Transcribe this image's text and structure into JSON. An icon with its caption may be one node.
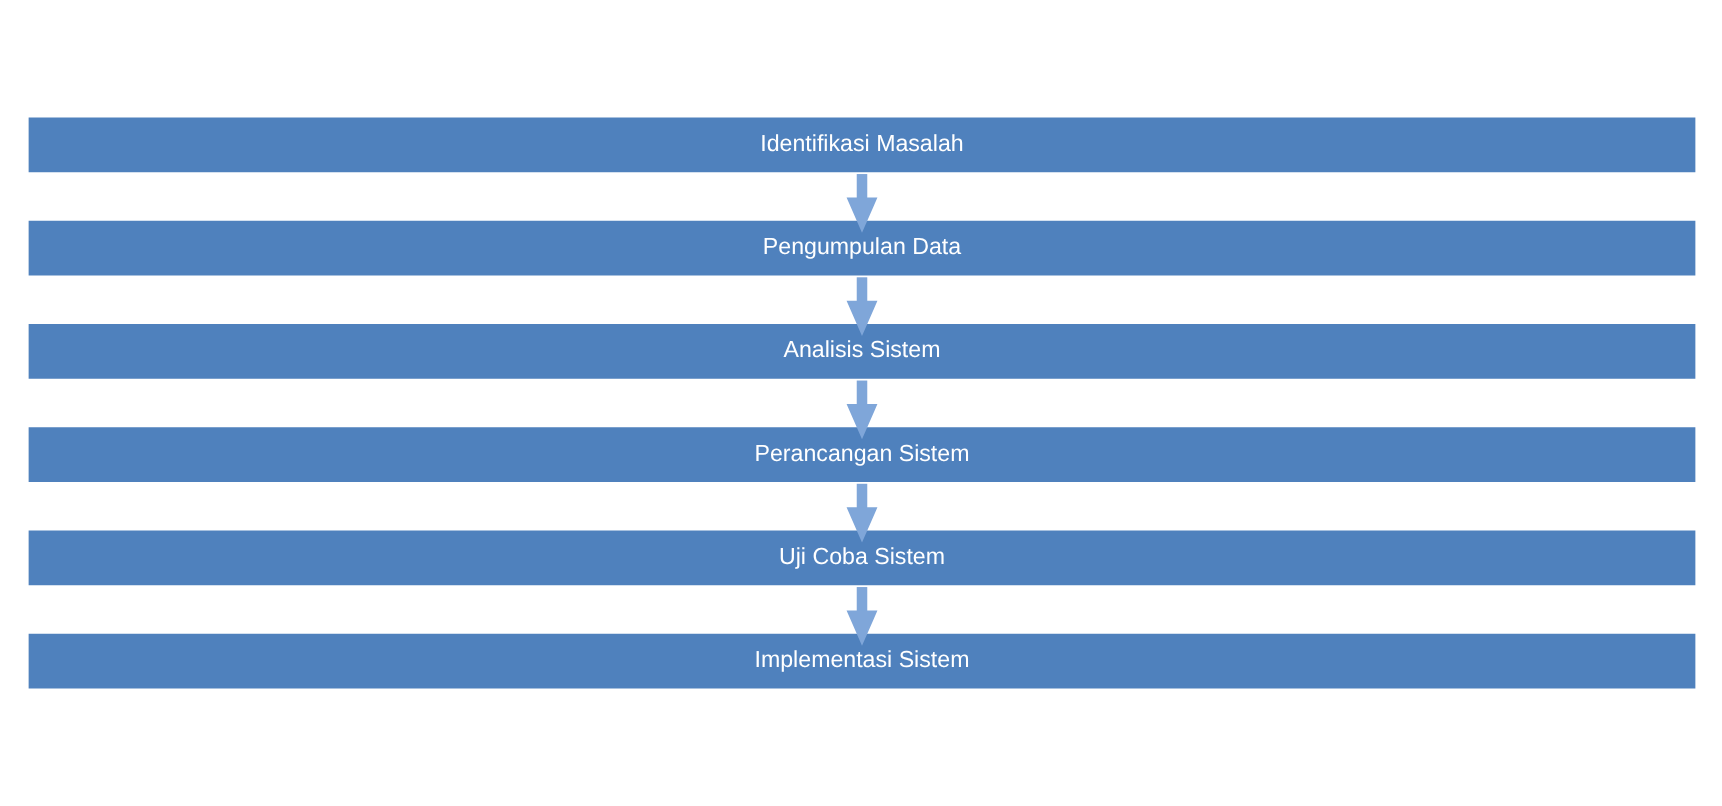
{
  "diagram": {
    "nodes": [
      {
        "text": [
          "Identifikasi Masalah"
        ]
      },
      {
        "text": [
          "Pengumpulan Data"
        ]
      },
      {
        "text": [
          "Analisis Sistem"
        ]
      },
      {
        "text": [
          "Perancangan Sistem"
        ]
      },
      {
        "text": [
          "Uji Coba Sistem"
        ]
      },
      {
        "text": [
          "Implementasi Sistem"
        ]
      }
    ],
    "edges": [
      {
        "from": 0,
        "to": 1,
        "arrow": "to"
      },
      {
        "from": 1,
        "to": 2,
        "arrow": "to"
      },
      {
        "from": 2,
        "to": 3,
        "arrow": "to"
      },
      {
        "from": 3,
        "to": 4,
        "arrow": "to"
      },
      {
        "from": 4,
        "to": 5,
        "arrow": "to"
      }
    ]
  }
}
